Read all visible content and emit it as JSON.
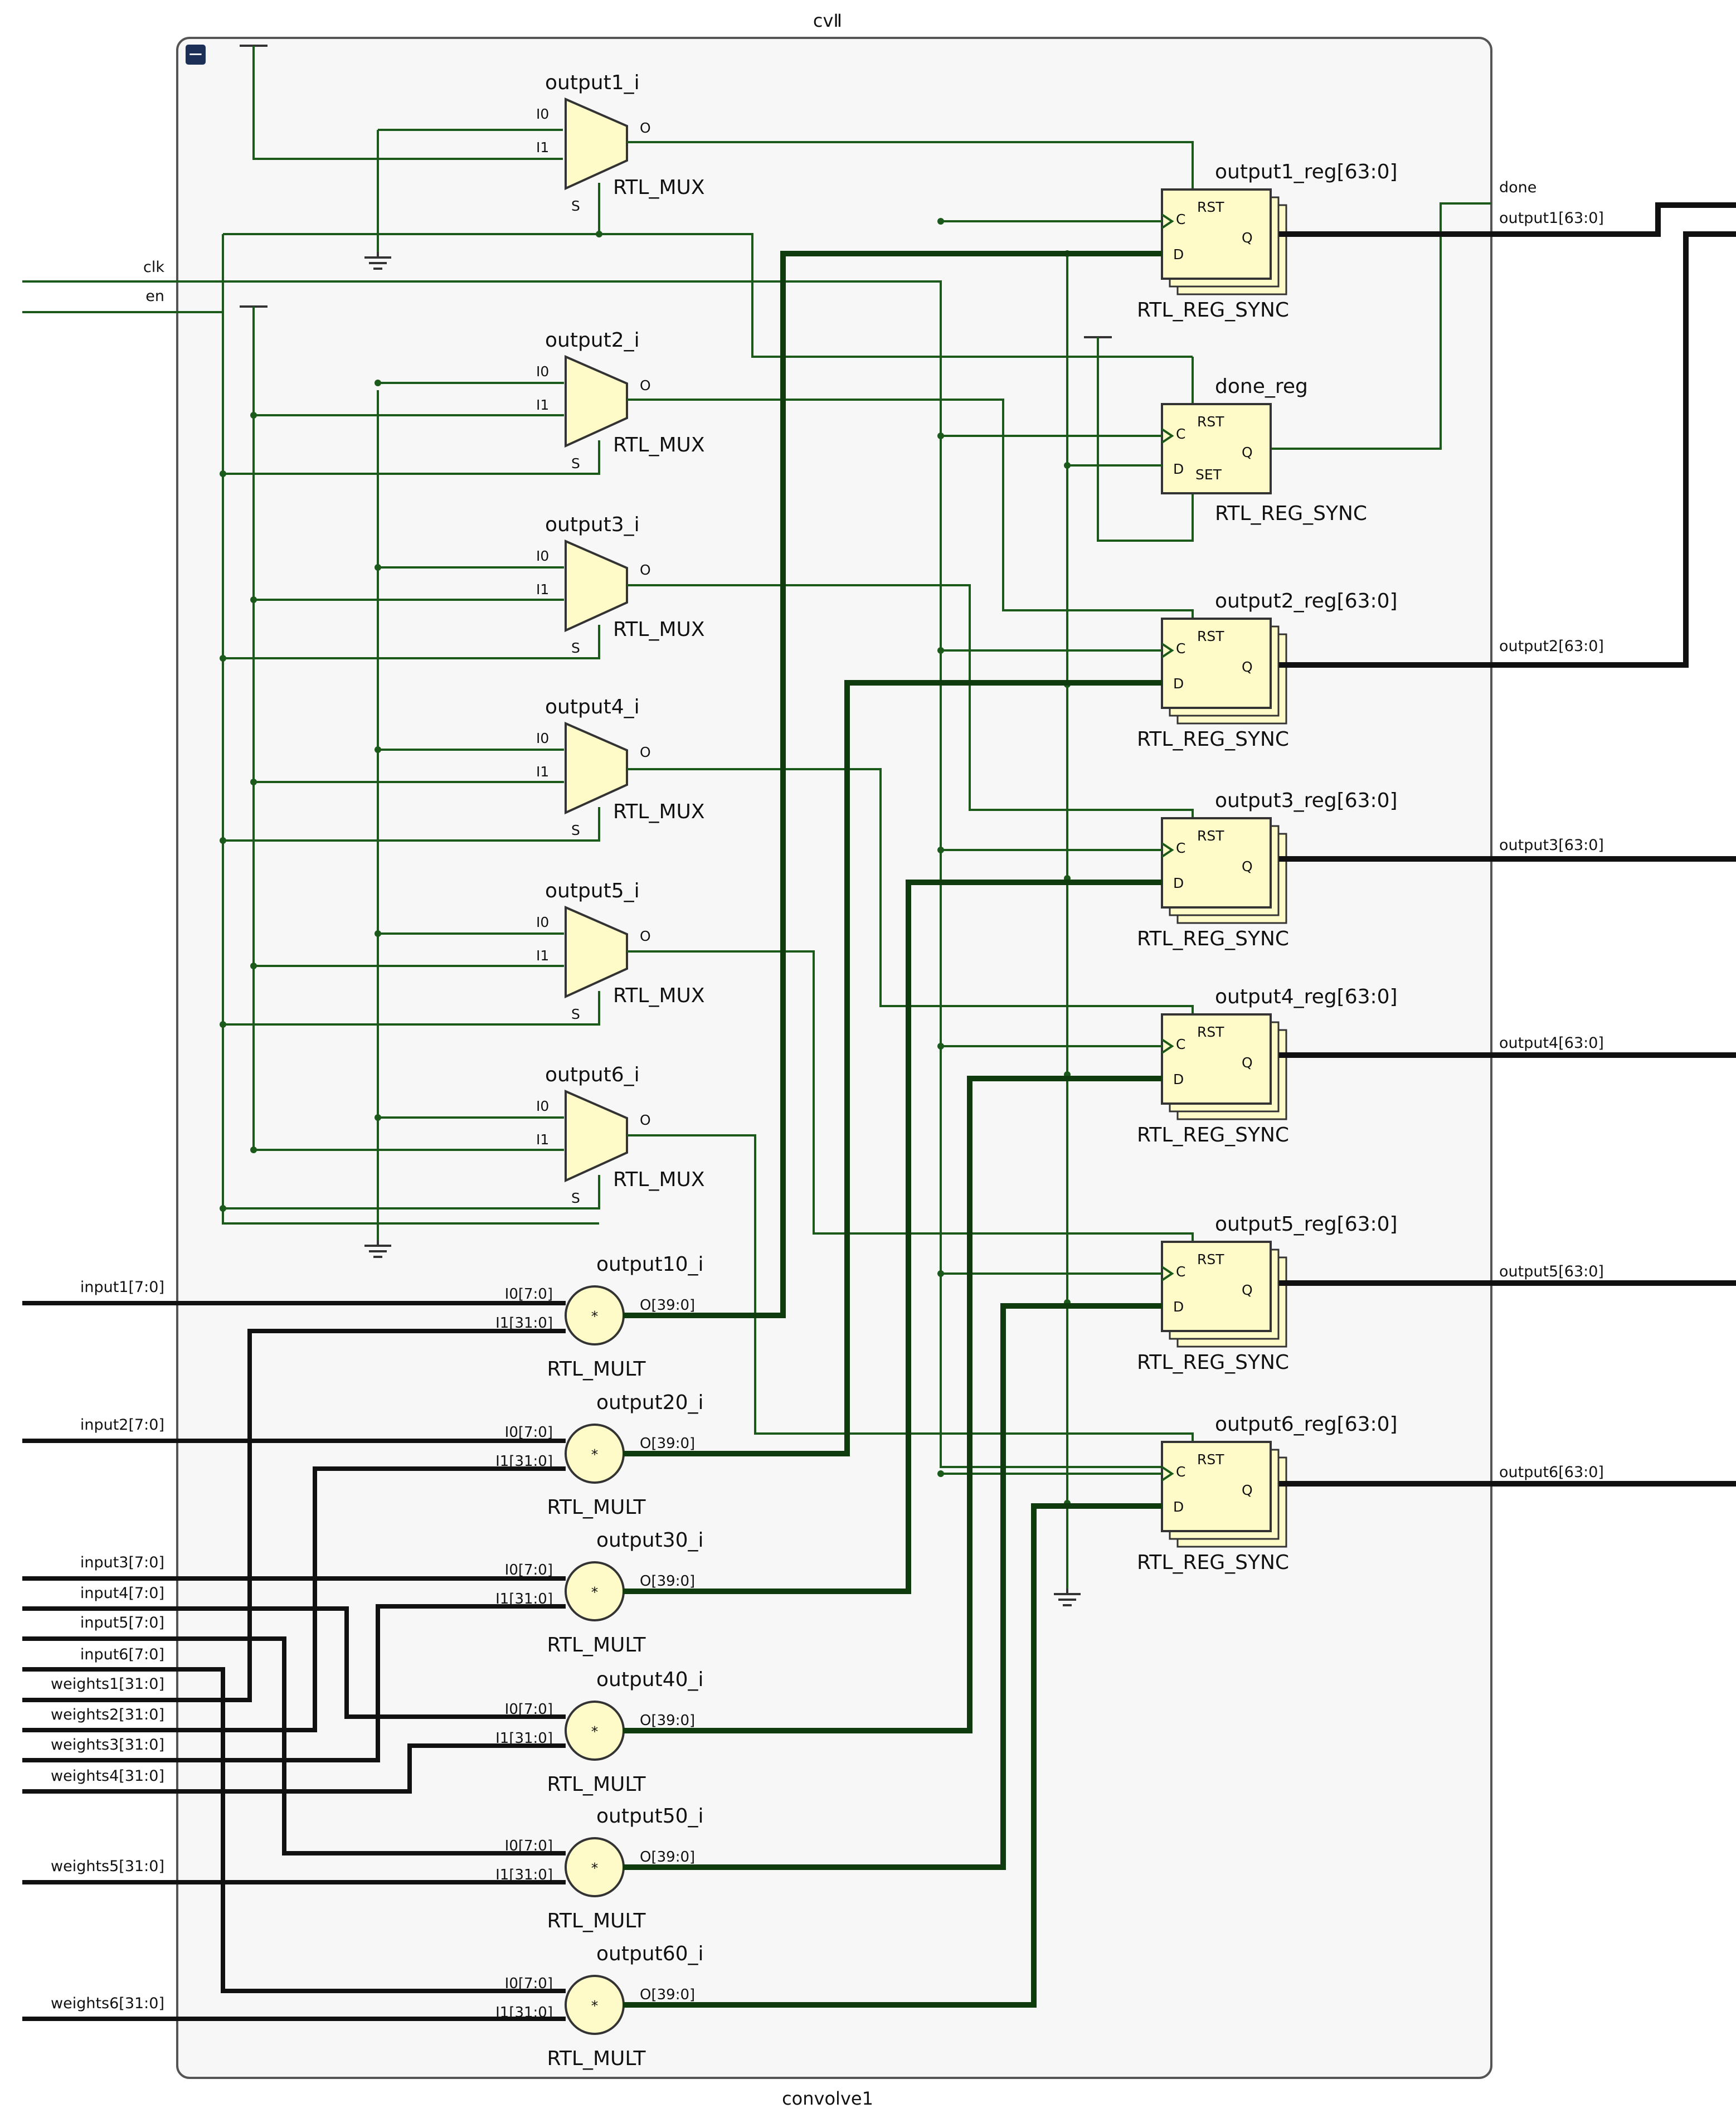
{
  "module": {
    "top_label": "cvⅡ",
    "bottom_label": "convolve1",
    "collapse_glyph": "−"
  },
  "inputs": {
    "clk": "clk",
    "en": "en",
    "input1": "input1[7:0]",
    "input2": "input2[7:0]",
    "input3": "input3[7:0]",
    "input4": "input4[7:0]",
    "input5": "input5[7:0]",
    "input6": "input6[7:0]",
    "weights1": "weights1[31:0]",
    "weights2": "weights2[31:0]",
    "weights3": "weights3[31:0]",
    "weights4": "weights4[31:0]",
    "weights5": "weights5[31:0]",
    "weights6": "weights6[31:0]"
  },
  "outputs": {
    "done": "done",
    "output1": "output1[63:0]",
    "output2": "output2[63:0]",
    "output3": "output3[63:0]",
    "output4": "output4[63:0]",
    "output5": "output5[63:0]",
    "output6": "output6[63:0]"
  },
  "muxes": [
    {
      "name": "output1_i",
      "type": "RTL_MUX",
      "pin_i0": "I0",
      "pin_i1": "I1",
      "pin_s": "S",
      "pin_o": "O"
    },
    {
      "name": "output2_i",
      "type": "RTL_MUX",
      "pin_i0": "I0",
      "pin_i1": "I1",
      "pin_s": "S",
      "pin_o": "O"
    },
    {
      "name": "output3_i",
      "type": "RTL_MUX",
      "pin_i0": "I0",
      "pin_i1": "I1",
      "pin_s": "S",
      "pin_o": "O"
    },
    {
      "name": "output4_i",
      "type": "RTL_MUX",
      "pin_i0": "I0",
      "pin_i1": "I1",
      "pin_s": "S",
      "pin_o": "O"
    },
    {
      "name": "output5_i",
      "type": "RTL_MUX",
      "pin_i0": "I0",
      "pin_i1": "I1",
      "pin_s": "S",
      "pin_o": "O"
    },
    {
      "name": "output6_i",
      "type": "RTL_MUX",
      "pin_i0": "I0",
      "pin_i1": "I1",
      "pin_s": "S",
      "pin_o": "O"
    }
  ],
  "mults": [
    {
      "name": "output10_i",
      "type": "RTL_MULT",
      "pin_i0": "I0[7:0]",
      "pin_i1": "I1[31:0]",
      "pin_o": "O[39:0]",
      "symbol": "*"
    },
    {
      "name": "output20_i",
      "type": "RTL_MULT",
      "pin_i0": "I0[7:0]",
      "pin_i1": "I1[31:0]",
      "pin_o": "O[39:0]",
      "symbol": "*"
    },
    {
      "name": "output30_i",
      "type": "RTL_MULT",
      "pin_i0": "I0[7:0]",
      "pin_i1": "I1[31:0]",
      "pin_o": "O[39:0]",
      "symbol": "*"
    },
    {
      "name": "output40_i",
      "type": "RTL_MULT",
      "pin_i0": "I0[7:0]",
      "pin_i1": "I1[31:0]",
      "pin_o": "O[39:0]",
      "symbol": "*"
    },
    {
      "name": "output50_i",
      "type": "RTL_MULT",
      "pin_i0": "I0[7:0]",
      "pin_i1": "I1[31:0]",
      "pin_o": "O[39:0]",
      "symbol": "*"
    },
    {
      "name": "output60_i",
      "type": "RTL_MULT",
      "pin_i0": "I0[7:0]",
      "pin_i1": "I1[31:0]",
      "pin_o": "O[39:0]",
      "symbol": "*"
    }
  ],
  "registers": [
    {
      "name": "output1_reg[63:0]",
      "type": "RTL_REG_SYNC",
      "pin_rst": "RST",
      "pin_c": "C",
      "pin_d": "D",
      "pin_q": "Q"
    },
    {
      "name": "output2_reg[63:0]",
      "type": "RTL_REG_SYNC",
      "pin_rst": "RST",
      "pin_c": "C",
      "pin_d": "D",
      "pin_q": "Q"
    },
    {
      "name": "output3_reg[63:0]",
      "type": "RTL_REG_SYNC",
      "pin_rst": "RST",
      "pin_c": "C",
      "pin_d": "D",
      "pin_q": "Q"
    },
    {
      "name": "output4_reg[63:0]",
      "type": "RTL_REG_SYNC",
      "pin_rst": "RST",
      "pin_c": "C",
      "pin_d": "D",
      "pin_q": "Q"
    },
    {
      "name": "output5_reg[63:0]",
      "type": "RTL_REG_SYNC",
      "pin_rst": "RST",
      "pin_c": "C",
      "pin_d": "D",
      "pin_q": "Q"
    },
    {
      "name": "output6_reg[63:0]",
      "type": "RTL_REG_SYNC",
      "pin_rst": "RST",
      "pin_c": "C",
      "pin_d": "D",
      "pin_q": "Q"
    }
  ],
  "done_reg": {
    "name": "done_reg",
    "type": "RTL_REG_SYNC",
    "pin_rst": "RST",
    "pin_c": "C",
    "pin_d": "D",
    "pin_q": "Q",
    "pin_set": "SET"
  }
}
